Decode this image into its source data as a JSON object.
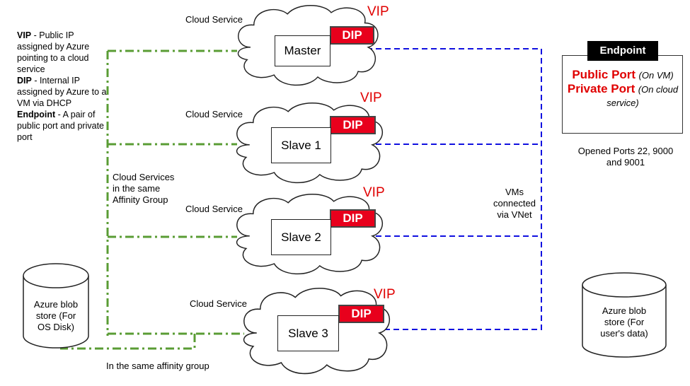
{
  "legend": {
    "vip_term": "VIP",
    "vip_def": " - Public IP assigned by Azure pointing to a cloud service",
    "dip_term": "DIP",
    "dip_def": " - Internal IP assigned by Azure to a VM via DHCP",
    "endpoint_term": "Endpoint",
    "endpoint_def": " - A pair of public port and private port"
  },
  "clouds": [
    {
      "service_label": "Cloud Service",
      "vip": "VIP",
      "dip": "DIP",
      "vm": "Master"
    },
    {
      "service_label": "Cloud Service",
      "vip": "VIP",
      "dip": "DIP",
      "vm": "Slave 1"
    },
    {
      "service_label": "Cloud Service",
      "vip": "VIP",
      "dip": "DIP",
      "vm": "Slave 2"
    },
    {
      "service_label": "Cloud Service",
      "vip": "VIP",
      "dip": "DIP",
      "vm": "Slave 3"
    }
  ],
  "affinity_label": "Cloud Services in the same Affinity Group",
  "vnet_label": "VMs connected via VNet",
  "endpoint": {
    "title": "Endpoint",
    "public_port": "Public Port",
    "public_note": "(On VM)",
    "private_port": "Private Port",
    "private_note": "(On cloud service)",
    "opened_ports": "Opened Ports 22, 9000 and 9001"
  },
  "storage_left": "Azure blob store (For OS Disk)",
  "storage_right": "Azure blob store (For user's data)",
  "same_affinity_caption": "In the same affinity group",
  "colors": {
    "vip": "#e00000",
    "dip": "#e8001c",
    "affinity_line": "#5a9c34",
    "vnet_line": "#1010e0"
  }
}
